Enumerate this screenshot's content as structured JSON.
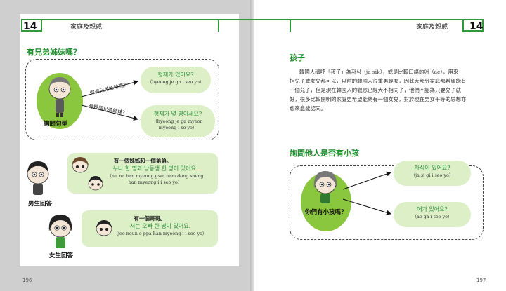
{
  "left": {
    "page_badge": "14",
    "chapter": "家庭及親戚",
    "section_title": "有兄弟姊妹嗎？",
    "question_label": "詢問句型",
    "arrow1_label": "你有兄弟姊妹嗎？",
    "arrow2_label": "有幾個兄弟姊妹？",
    "q1": {
      "ko": "형제가 있어요?",
      "rom": "（hyeong je ga  i seo yo）"
    },
    "q2": {
      "ko": "형제가 몇 명이세요?",
      "rom": "（hyeong je ga  myeon",
      "rom2": "myeong i se yo）"
    },
    "boy_label": "男生回答",
    "boy_answer": {
      "zh": "有一個姊姊和一個弟弟。",
      "ko": "누나 한 명과 남동생 한 명이 있어요.",
      "rom": "（nu na  han  myeong gwa  nam dong saeng",
      "rom2": "han  myeong i  i seo yo）"
    },
    "girl_label": "女生回答",
    "girl_answer": {
      "zh": "有一個哥哥。",
      "ko": "저는 오빠 한 명이 있어요.",
      "rom": "（jeo neun  o ppa  han  myeong i  i seo yo）"
    },
    "footer_page": "196"
  },
  "right": {
    "page_badge": "14",
    "chapter": "家庭及親戚",
    "section1_title": "孩子",
    "paragraph_lines": [
      "韓國人稱呼「孩子」為자식（ja sik），或是比較口語的애（ae），用來",
      "指兒子或女兒都可以，以前的韓國人很重男輕女，因此大部分家庭都希望能有",
      "一個兒子，但是現在韓國人的觀念已經大不相同了，他們不認為只要兒子就",
      "好，很多比較開明的家庭更希望能夠有一個女兒，對於現在男女平等的思想亦",
      "愈來愈能認同。"
    ],
    "section2_title": "詢問他人是否有小孩",
    "question_label": "你們有小孩嗎？",
    "q1": {
      "ko": "자식이 있어요?",
      "rom": "（ja si gi  i seo yo）"
    },
    "q2": {
      "ko": "애가 있어요?",
      "rom": "（ae ga  i seo yo）"
    },
    "footer_page": "197"
  },
  "colors": {
    "accent_green": "#2e9a3a",
    "bubble_green": "#dcefc7",
    "circle_green": "#8bc63f"
  }
}
